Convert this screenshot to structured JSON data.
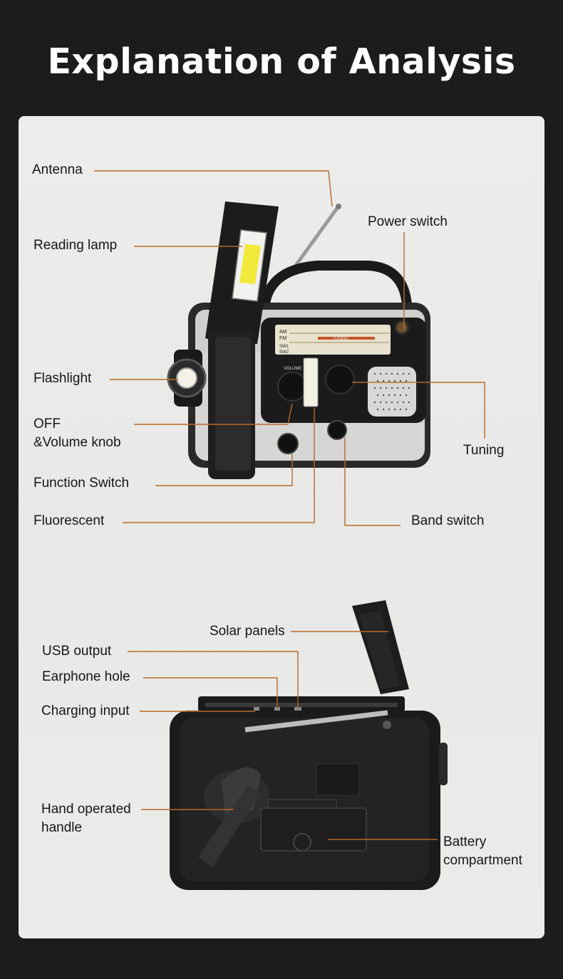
{
  "header": {
    "title": "Explanation of Analysis"
  },
  "front_view": {
    "labels": {
      "antenna": "Antenna",
      "reading_lamp": "Reading lamp",
      "power_switch": "Power switch",
      "flashlight": "Flashlight",
      "off_volume_line1": "OFF",
      "off_volume_line2": "&Volume knob",
      "tuning": "Tuning",
      "function_switch": "Function Switch",
      "fluorescent": "Fluorescent",
      "band_switch": "Band switch"
    },
    "dial": {
      "am": "AM",
      "fm": "FM",
      "sw1": "SW1",
      "sw2": "SW2",
      "volume": "VOLUME",
      "tuning": "TUNING"
    }
  },
  "back_view": {
    "labels": {
      "solar_panels": "Solar panels",
      "usb_output": "USB output",
      "earphone_hole": "Earphone hole",
      "charging_input": "Charging input",
      "hand_handle_line1": "Hand operated",
      "hand_handle_line2": "handle",
      "battery_line1": "Battery",
      "battery_line2": "compartment"
    }
  },
  "colors": {
    "leader_line": "#b86a2a",
    "background": "#1c1c1b",
    "panel": "#ebebe9"
  }
}
